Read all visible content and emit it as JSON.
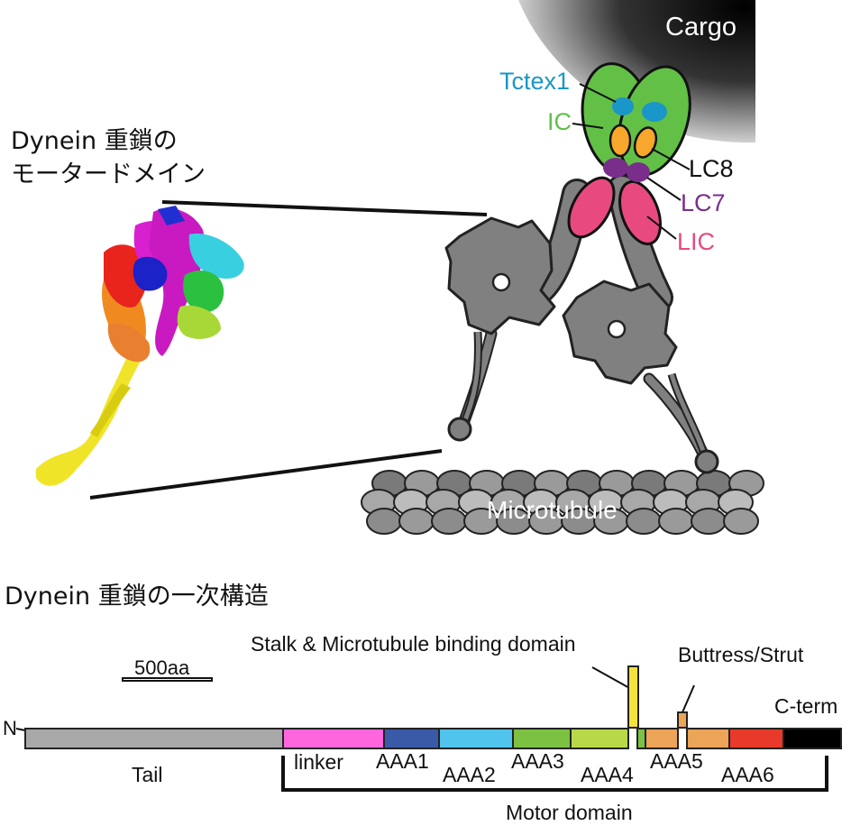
{
  "top": {
    "structure_title_line1": "Dynein 重鎖の",
    "structure_title_line2": "モータードメイン",
    "cargo": "Cargo",
    "microtubule": "Microtubule",
    "subunits": {
      "tctex1": "Tctex1",
      "ic": "IC",
      "lc8": "LC8",
      "lc7": "LC7",
      "lic": "LIC"
    }
  },
  "bottom": {
    "title": "Dynein 重鎖の一次構造",
    "scale_bar": "500aa",
    "n_term": "N",
    "c_term": "C-term",
    "stalk": "Stalk & Microtubule binding domain",
    "buttress": "Buttress/Strut",
    "motor_domain": "Motor domain",
    "domains": {
      "tail": "Tail",
      "linker": "linker",
      "aaa1": "AAA1",
      "aaa2": "AAA2",
      "aaa3": "AAA3",
      "aaa4": "AAA4",
      "aaa5": "AAA5",
      "aaa6": "AAA6"
    }
  },
  "colors": {
    "tail": "#a8a8a8",
    "linker": "#ff66dd",
    "aaa1": "#3a5aa8",
    "aaa2": "#50c4ec",
    "aaa3": "#7cc142",
    "aaa4": "#b8d84a",
    "stalk": "#f5e23a",
    "aaa5": "#eca458",
    "aaa6": "#e83a2a",
    "cterm": "#000000",
    "tctex1": "#1a96c8",
    "ic": "#62c046",
    "lc8": "#f7a72c",
    "lc7": "#7a2e8c",
    "lic": "#e84a80",
    "motor_gray": "#808080"
  }
}
